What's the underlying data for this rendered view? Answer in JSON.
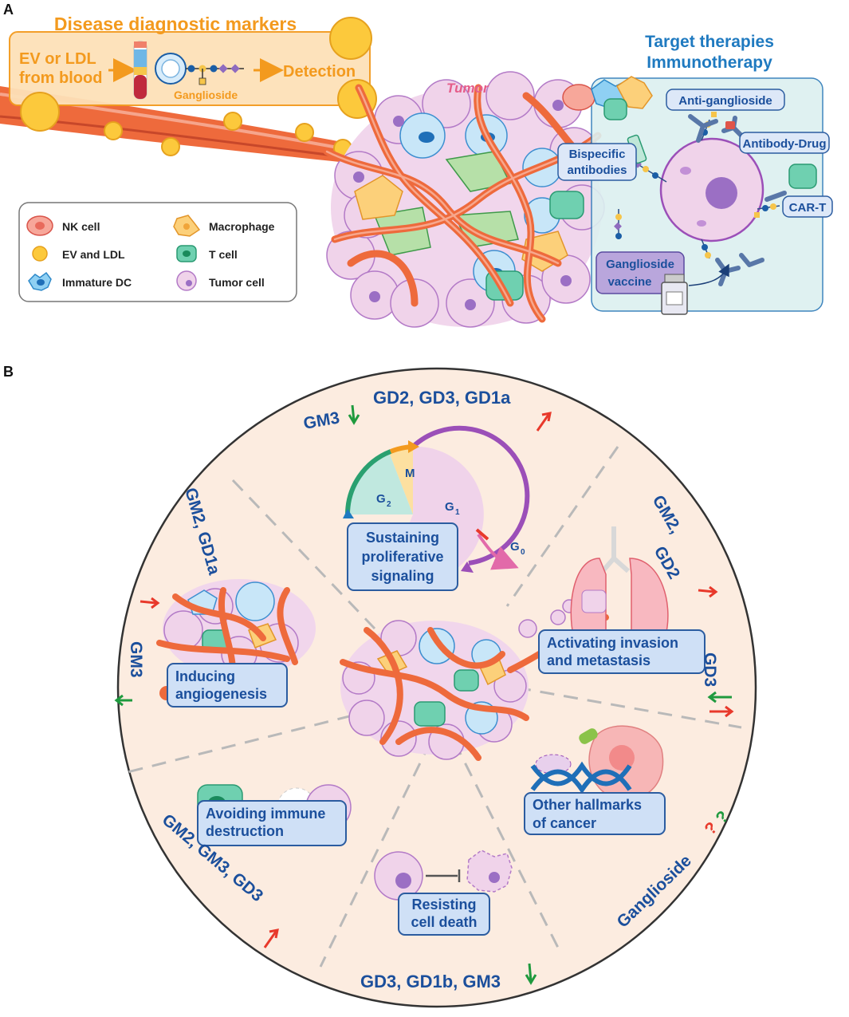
{
  "panel_a": {
    "letter": "A",
    "diagnostic_title": "Disease diagnostic markers",
    "source_line1": "EV or LDL",
    "source_line2": "from blood",
    "ganglioside": "Ganglioside",
    "detection": "Detection",
    "tumor": "Tumor",
    "therapy_title1": "Target therapies",
    "therapy_title2": "Immunotherapy",
    "anti_ganglioside": "Anti-ganglioside",
    "antibody_drug": "Antibody-Drug",
    "bispecific1": "Bispecific",
    "bispecific2": "antibodies",
    "car_t": "CAR-T",
    "vaccine1": "Ganglioside",
    "vaccine2": "vaccine",
    "legend": {
      "nk": "NK cell",
      "ev": "EV and LDL",
      "dc": "Immature DC",
      "macrophage": "Macrophage",
      "tcell": "T cell",
      "tumor_cell": "Tumor cell"
    },
    "colors": {
      "orange": "#f39a1e",
      "blue": "#1b5ea6",
      "vessel": "#ee6a3c"
    }
  },
  "panel_b": {
    "letter": "B",
    "top_label": "GD2, GD3, GD1a",
    "gm3_top": "GM3",
    "gm2_gd1a": "GM2, GD1a",
    "gm3_left": "GM3",
    "gm2_gd2_line1": "GM2,",
    "gm2_gd2_line2": "GD2",
    "gd3_right": "GD3",
    "gm_bottom_left": "GM2, GM3, GD3",
    "gd_bottom": "GD3, GD1b, GM3",
    "ganglioside_q": "Ganglioside",
    "q_marks": "??",
    "cycle": {
      "m": "M",
      "g2": "G",
      "g2_sub": "2",
      "g1": "G",
      "g1_sub": "1",
      "g0": "G",
      "g0_sub": "0"
    },
    "hallmarks": {
      "proliferative1": "Sustaining",
      "proliferative2": "proliferative",
      "proliferative3": "signaling",
      "angio1": "Inducing",
      "angio2": "angiogenesis",
      "invasion1": "Activating invasion",
      "invasion2": "and metastasis",
      "immune1": "Avoiding immune",
      "immune2": "destruction",
      "death1": "Resisting",
      "death2": "cell death",
      "other1": "Other hallmarks",
      "other2": "of cancer"
    },
    "colors": {
      "disc": "#fcece0",
      "up": "#e8392b",
      "down": "#1f9a3e",
      "text": "#1b4f9c"
    }
  }
}
